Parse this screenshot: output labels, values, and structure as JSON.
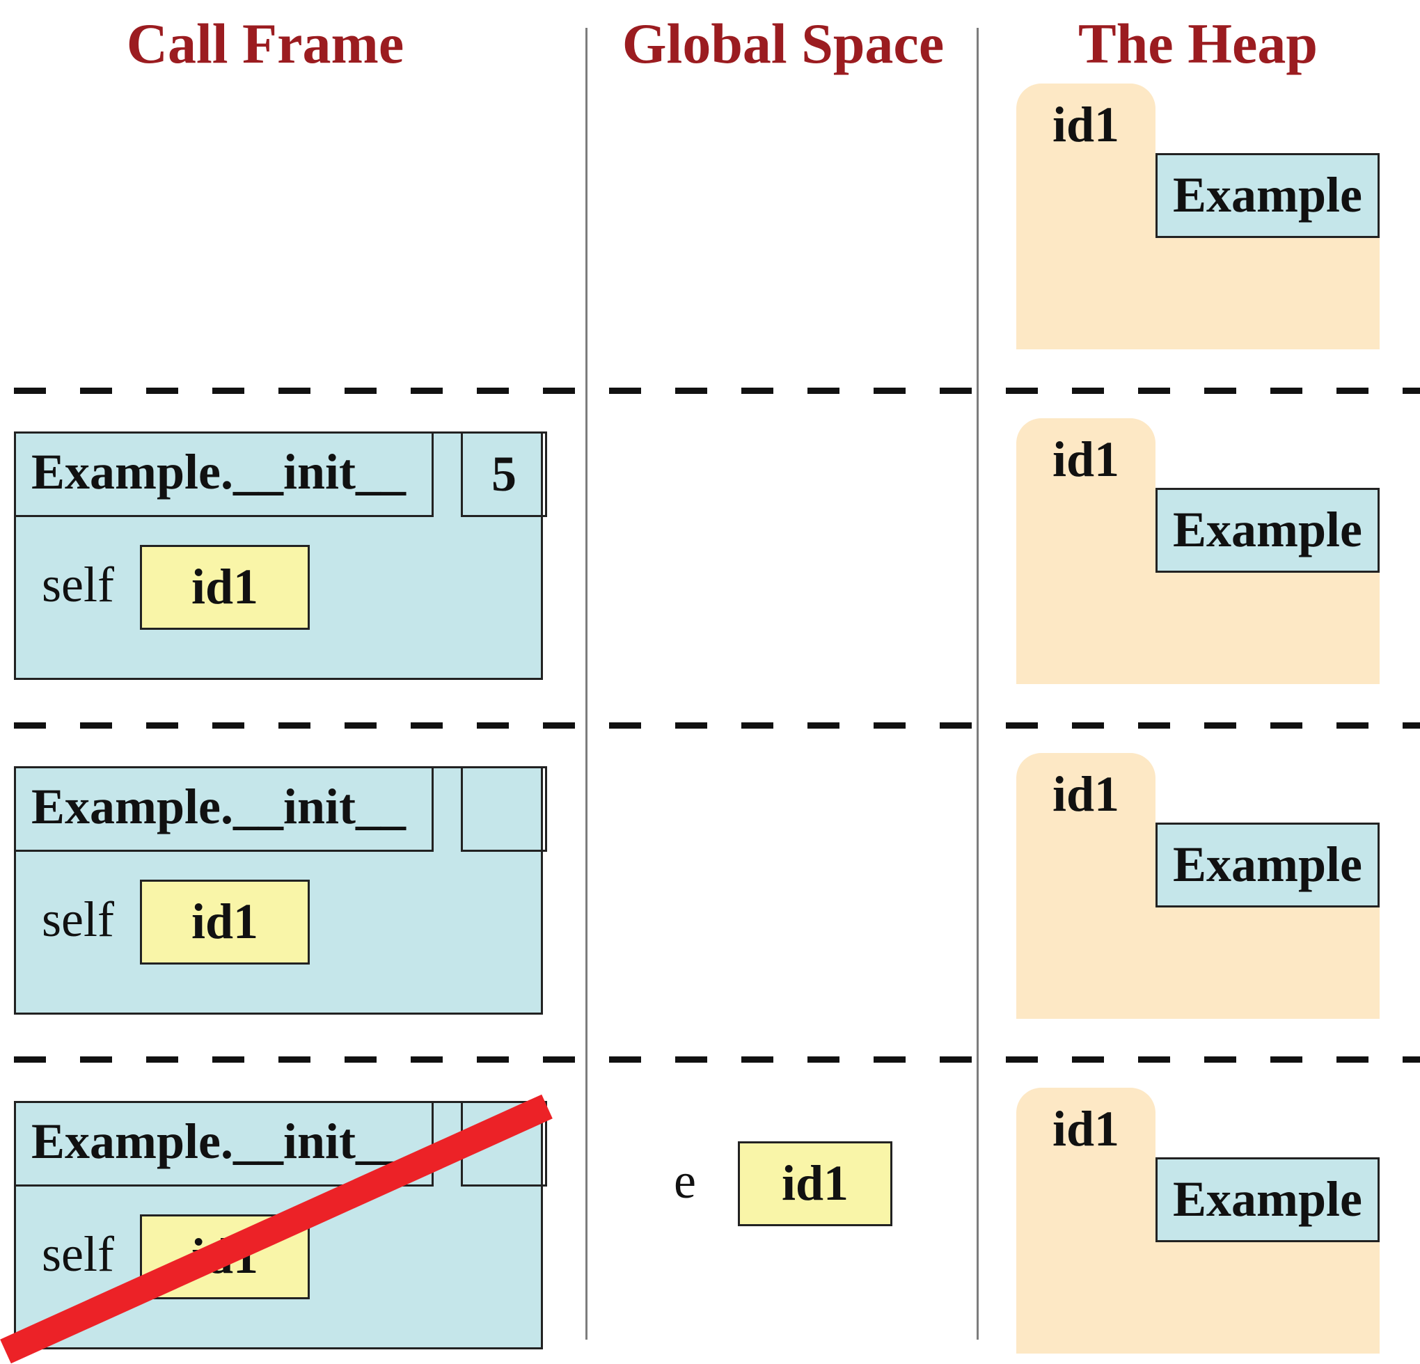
{
  "headers": {
    "call_frame": "Call Frame",
    "global_space": "Global Space",
    "heap": "The Heap"
  },
  "steps": [
    {
      "frame": null,
      "global": null,
      "heap": {
        "id": "id1",
        "class_name": "Example"
      }
    },
    {
      "frame": {
        "name": "Example.__init__",
        "counter": "5",
        "var_name": "self",
        "var_value": "id1",
        "erased": false
      },
      "global": null,
      "heap": {
        "id": "id1",
        "class_name": "Example"
      }
    },
    {
      "frame": {
        "name": "Example.__init__",
        "counter": "",
        "var_name": "self",
        "var_value": "id1",
        "erased": false
      },
      "global": null,
      "heap": {
        "id": "id1",
        "class_name": "Example"
      }
    },
    {
      "frame": {
        "name": "Example.__init__",
        "counter": "",
        "var_name": "self",
        "var_value": "id1",
        "erased": true
      },
      "global": {
        "var_name": "e",
        "var_value": "id1"
      },
      "heap": {
        "id": "id1",
        "class_name": "Example"
      }
    }
  ],
  "colors": {
    "header_text": "#9b1c20",
    "frame_fill": "#c5e6ea",
    "variable_fill": "#f9f5a8",
    "folder_fill": "#fde8c5",
    "strike": "#ec2227"
  }
}
